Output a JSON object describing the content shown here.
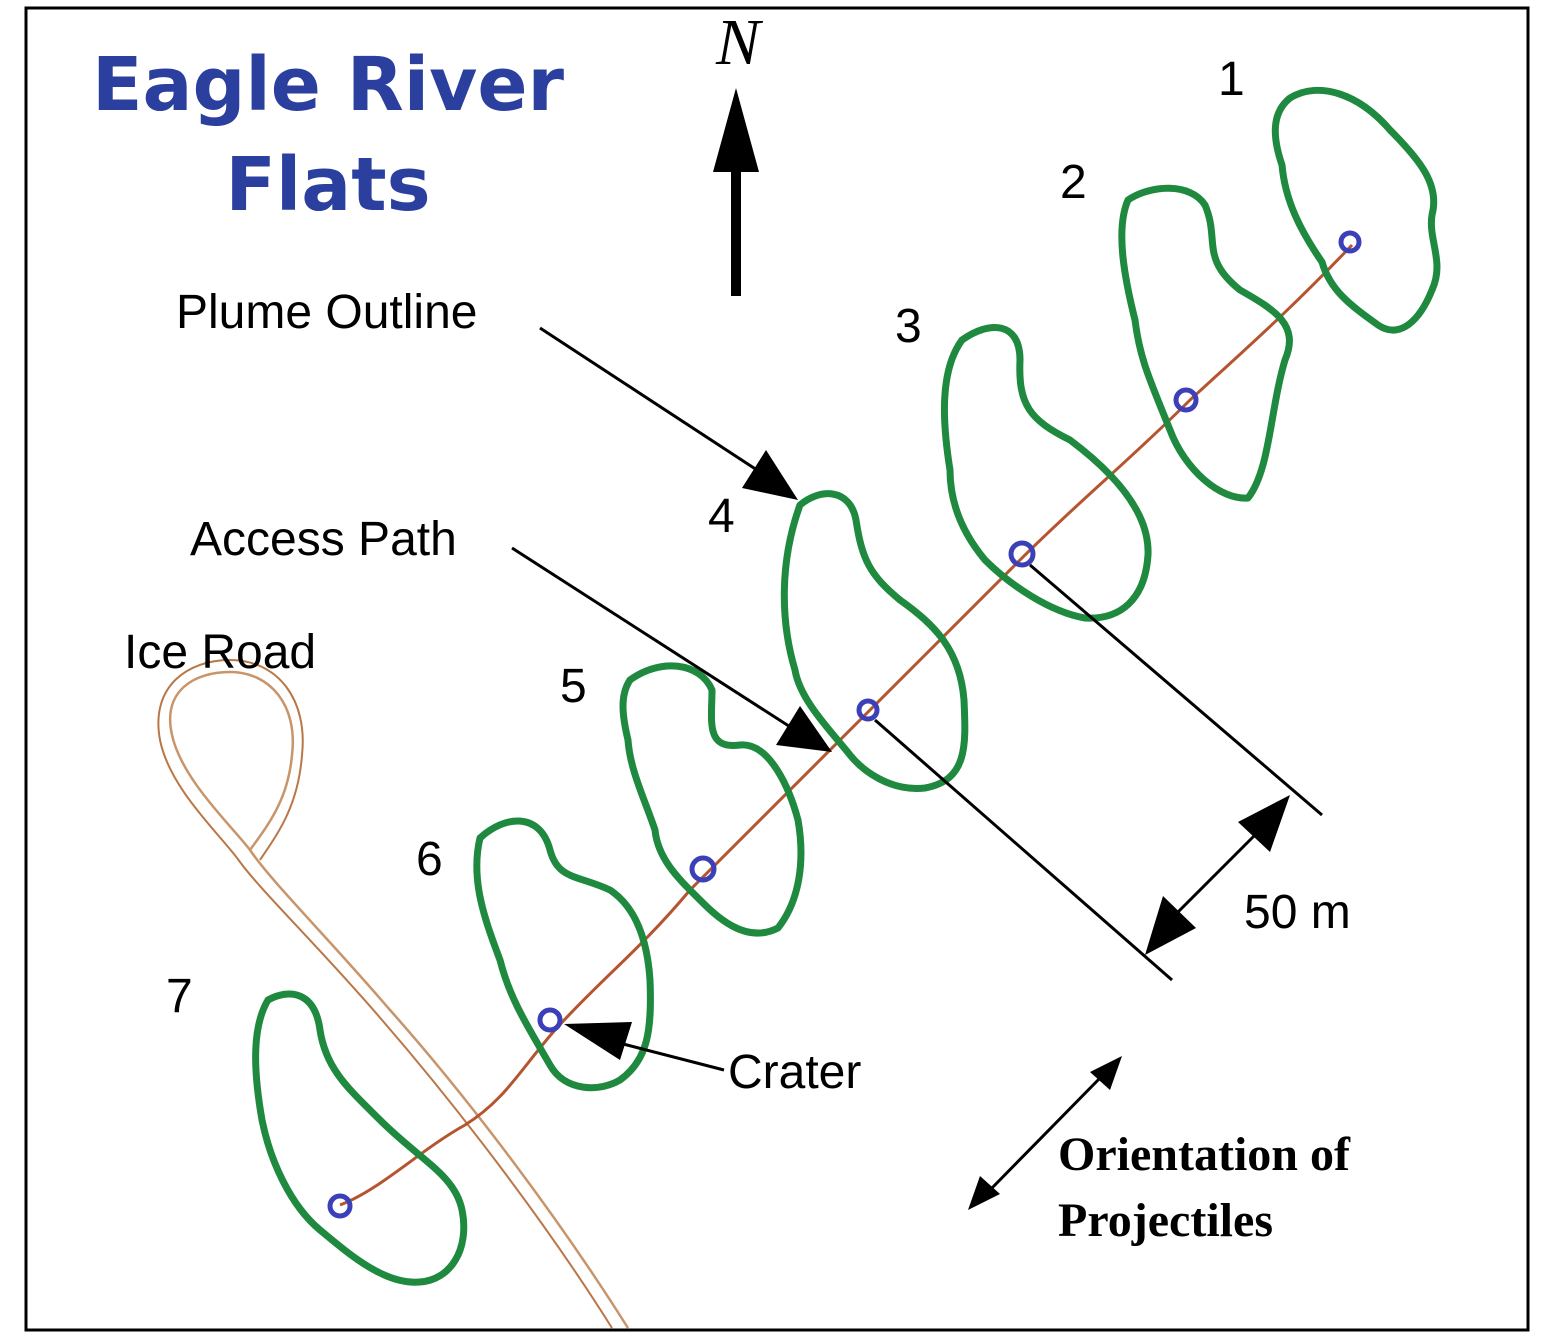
{
  "title": {
    "line1": "Eagle River",
    "line2": "Flats",
    "color": "#2b3f9e"
  },
  "north_label": "N",
  "labels": {
    "plume_outline": "Plume Outline",
    "access_path": "Access Path",
    "ice_road": "Ice Road",
    "crater": "Crater",
    "scale": "50 m",
    "orientation_line1": "Orientation of",
    "orientation_line2": "Projectiles"
  },
  "plume_numbers": [
    "1",
    "2",
    "3",
    "4",
    "5",
    "6",
    "7"
  ],
  "colors": {
    "plume": "#1f8a3f",
    "crater": "#3b3fb8",
    "path": "#b5552f",
    "ice_road": "#c8956a",
    "ice_road_inner": "#b97748"
  }
}
